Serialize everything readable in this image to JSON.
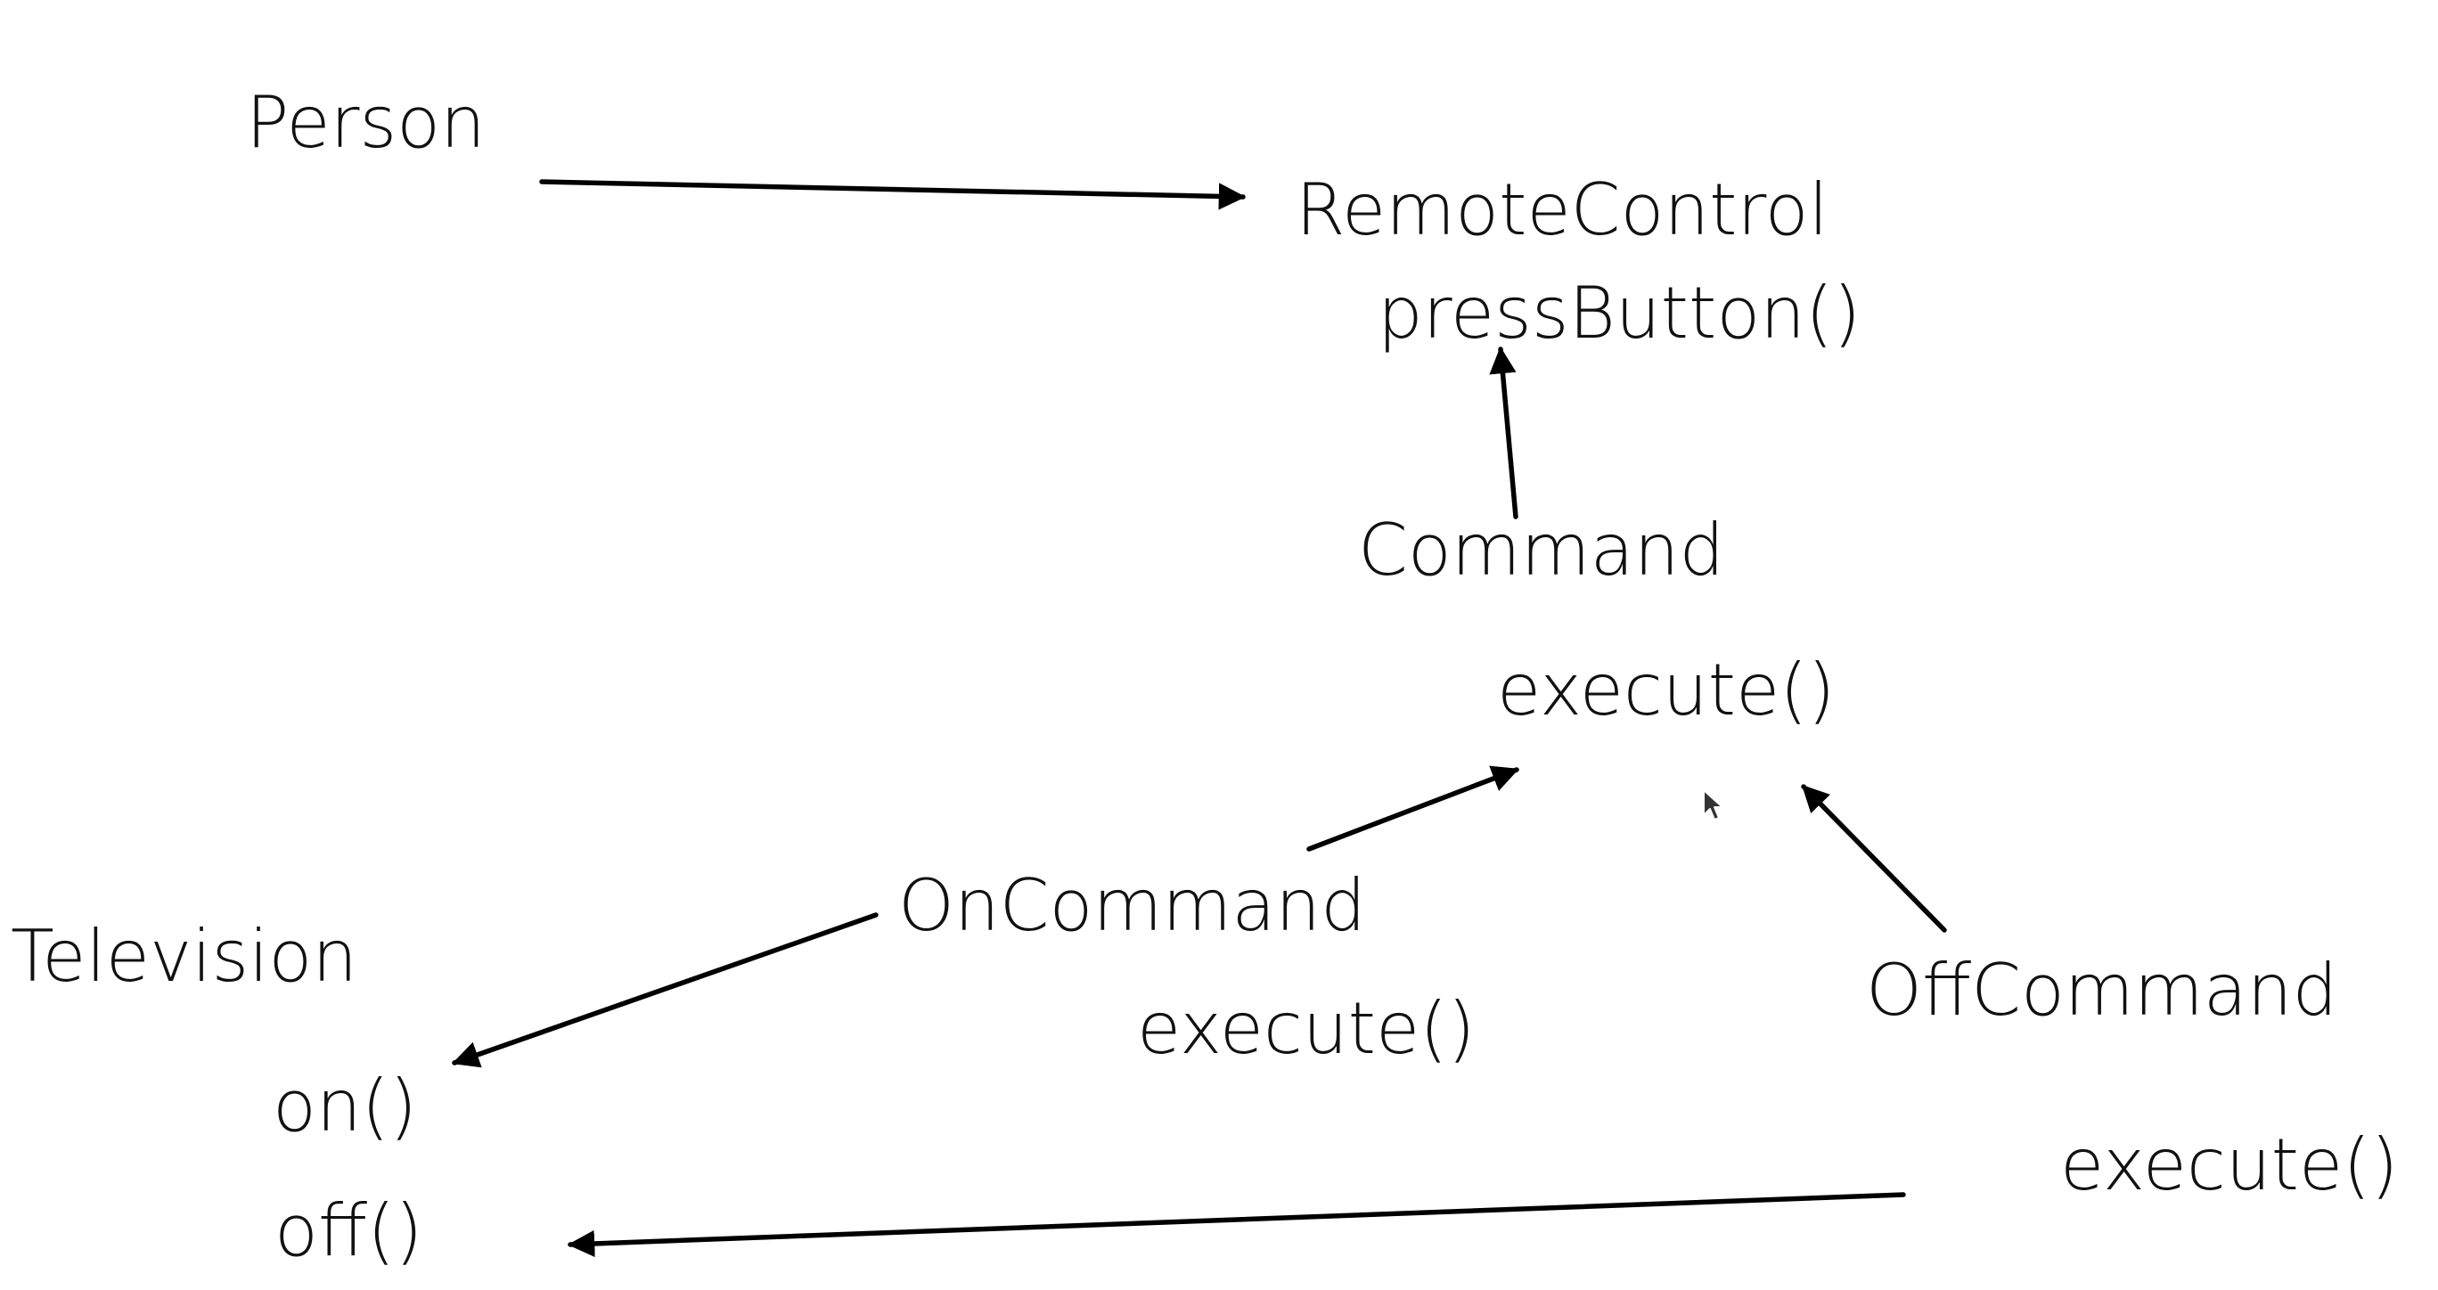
{
  "diagram": {
    "nodes": {
      "person": "Person",
      "remote_control": "RemoteControl",
      "press_button": "pressButton()",
      "command": "Command",
      "command_execute": "execute()",
      "on_command": "OnCommand",
      "on_command_execute": "execute()",
      "off_command": "OffCommand",
      "off_command_execute": "execute()",
      "television": "Television",
      "tv_on": "on()",
      "tv_off": "off()"
    },
    "edges": [
      {
        "from": "Person",
        "to": "RemoteControl"
      },
      {
        "from": "Command",
        "to": "pressButton()"
      },
      {
        "from": "OnCommand",
        "to": "execute()"
      },
      {
        "from": "OffCommand",
        "to": "execute()"
      },
      {
        "from": "OnCommand",
        "to": "on()"
      },
      {
        "from": "execute()",
        "to": "off()"
      }
    ],
    "colors": {
      "text": "#111111",
      "arrow": "#000000",
      "background": "#ffffff"
    },
    "cursor_icon": "mouse-pointer-icon"
  }
}
